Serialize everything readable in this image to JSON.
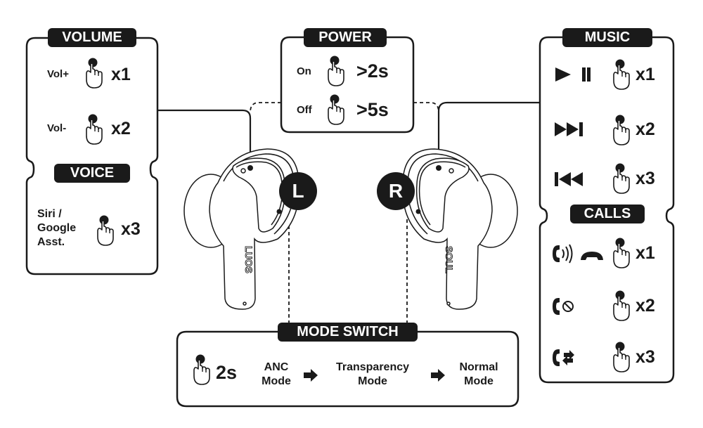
{
  "colors": {
    "ink": "#1a1a1a",
    "background": "#ffffff",
    "label_text": "#ffffff"
  },
  "volume": {
    "title": "VOLUME",
    "rows": [
      {
        "label": "Vol+",
        "gesture": "tap-icon",
        "action": "x1"
      },
      {
        "label": "Vol-",
        "gesture": "tap-icon",
        "action": "x2"
      }
    ]
  },
  "voice": {
    "title": "VOICE",
    "rows": [
      {
        "label_lines": [
          "Siri /",
          "Google",
          "Asst."
        ],
        "gesture": "tap-icon",
        "action": "x3"
      }
    ]
  },
  "power": {
    "title": "POWER",
    "rows": [
      {
        "label": "On",
        "gesture": "tap-icon",
        "action": ">2s"
      },
      {
        "label": "Off",
        "gesture": "tap-icon",
        "action": ">5s"
      }
    ]
  },
  "music": {
    "title": "MUSIC",
    "rows": [
      {
        "icon": "play-pause-icon",
        "gesture": "tap-icon",
        "action": "x1"
      },
      {
        "icon": "next-track-icon",
        "gesture": "tap-icon",
        "action": "x2"
      },
      {
        "icon": "previous-track-icon",
        "gesture": "tap-icon",
        "action": "x3"
      }
    ]
  },
  "calls": {
    "title": "CALLS",
    "rows": [
      {
        "icon": "answer-hangup-icon",
        "gesture": "tap-icon",
        "action": "x1"
      },
      {
        "icon": "reject-call-icon",
        "gesture": "tap-icon",
        "action": "x2"
      },
      {
        "icon": "switch-call-icon",
        "gesture": "tap-icon",
        "action": "x3"
      }
    ]
  },
  "mode_switch": {
    "title": "MODE SWITCH",
    "hold": "2s",
    "modes": [
      {
        "line1": "ANC",
        "line2": "Mode"
      },
      {
        "line1": "Transparency",
        "line2": "Mode"
      },
      {
        "line1": "Normal",
        "line2": "Mode"
      }
    ]
  },
  "earbuds": {
    "left": {
      "badge": "L",
      "brand": "SOUL"
    },
    "right": {
      "badge": "R",
      "brand": "SOUL"
    }
  }
}
